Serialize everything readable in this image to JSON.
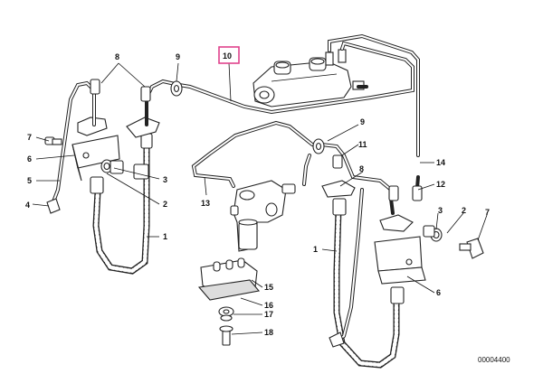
{
  "diagram": {
    "callouts": [
      "1",
      "2",
      "3",
      "4",
      "5",
      "6",
      "7",
      "8",
      "9",
      "10",
      "11",
      "12",
      "13",
      "14",
      "15",
      "16",
      "17",
      "18"
    ],
    "highlighted_callout": "10",
    "highlight_color": "#e0428c",
    "drawing_number": "00004400"
  }
}
